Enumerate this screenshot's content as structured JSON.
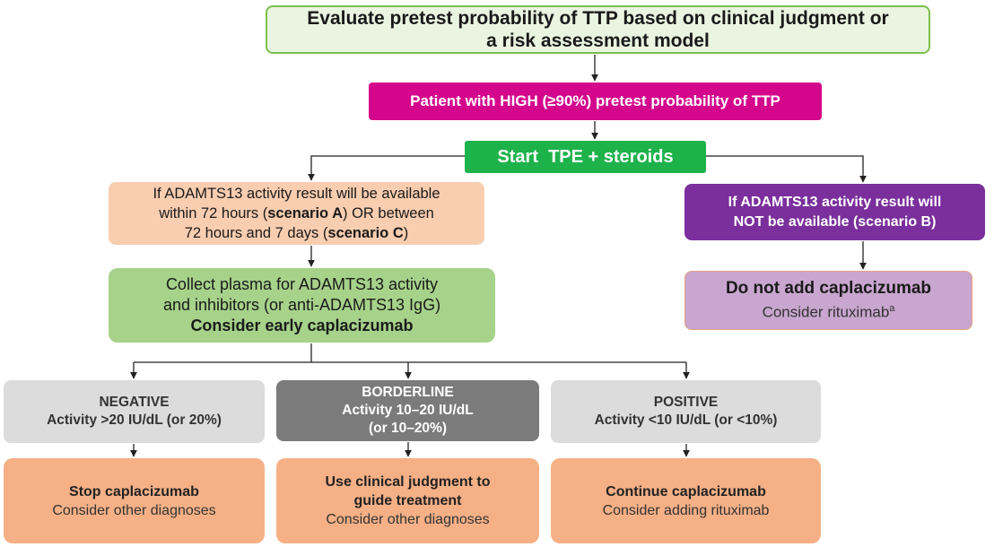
{
  "evaluate": {
    "line1": "Evaluate pretest probability of TTP based on clinical judgment or",
    "line2": "a risk assessment model"
  },
  "high_probability": "Patient with HIGH (≥90%) pretest probability of TTP",
  "start": "Start  TPE + steroids",
  "scenario_ac": {
    "l1": "If ADAMTS13 activity result will be available",
    "l2a": "within 72 hours (",
    "l2b": "scenario A",
    "l2c": ") OR between",
    "l3a": "72 hours and 7 days (",
    "l3b": "scenario C",
    "l3c": ")"
  },
  "scenario_b": {
    "l1": "If ADAMTS13 activity result will",
    "l2": "NOT be available (scenario B)"
  },
  "collect": {
    "l1": "Collect plasma for ADAMTS13 activity",
    "l2": "and inhibitors (or anti-ADAMTS13 IgG)",
    "l3": "Consider early caplacizumab"
  },
  "no_caplacizumab": {
    "title": "Do not add caplacizumab",
    "subtitle": "Consider rituximab",
    "footnote": "a"
  },
  "results": {
    "negative": {
      "title": "NEGATIVE",
      "l1": "Activity >20 IU/dL (or 20%)"
    },
    "borderline": {
      "title": "BORDERLINE",
      "l1": "Activity 10–20 IU/dL",
      "l2": "(or 10–20%)"
    },
    "positive": {
      "title": "POSITIVE",
      "l1": "Activity <10 IU/dL (or <10%)"
    }
  },
  "actions": {
    "stop": {
      "title": "Stop caplacizumab",
      "sub": "Consider other diagnoses"
    },
    "judgment": {
      "t1": "Use clinical judgment to",
      "t2": "guide treatment",
      "sub": "Consider other diagnoses"
    },
    "continue": {
      "title": "Continue caplacizumab",
      "sub": "Consider adding rituximab"
    }
  },
  "colors": {
    "evaluate_fill": "#eaf5e1",
    "evaluate_border": "#7cbe4f",
    "high_prob": "#d4068c",
    "start": "#1eb24b",
    "scenario_ac": "#f9cdb0",
    "scenario_b": "#7a2f9c",
    "collect": "#a6d28a",
    "no_caplacizumab": "#c9a6cf",
    "result_grey": "#dcdcdc",
    "borderline": "#7b7b7b",
    "action": "#f5b086"
  }
}
